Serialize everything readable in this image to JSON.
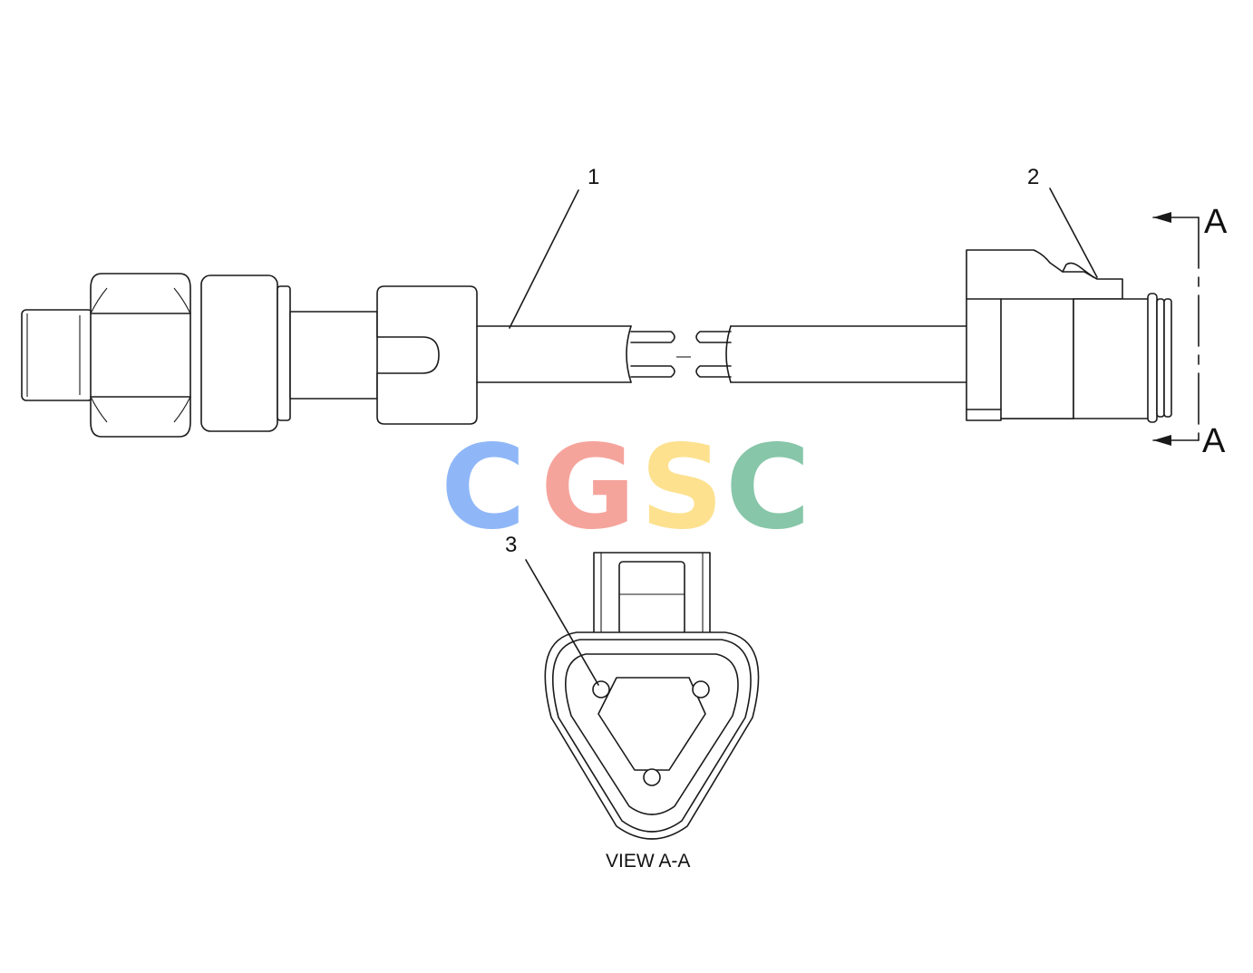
{
  "callouts": {
    "c1": "1",
    "c2": "2",
    "c3": "3"
  },
  "section_marks": {
    "top": "A",
    "bottom": "A"
  },
  "view_caption": "VIEW A-A",
  "watermark": {
    "letters": [
      "C",
      "G",
      "S",
      "C"
    ],
    "colors": [
      "#8ab4f8",
      "#f5a097",
      "#fde08a",
      "#81c3a5"
    ]
  }
}
